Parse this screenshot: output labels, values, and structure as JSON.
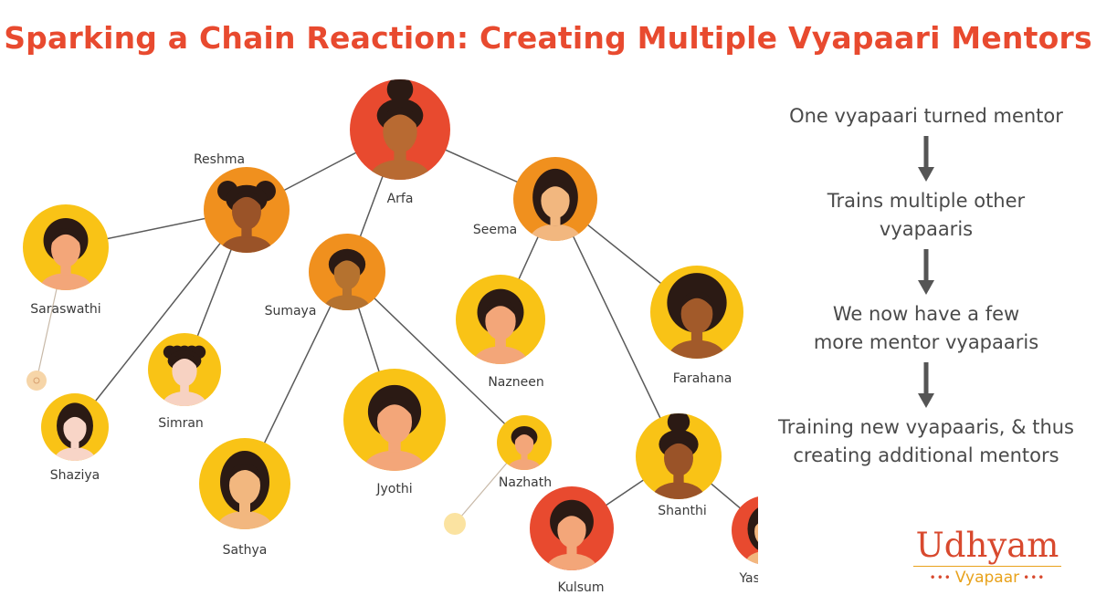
{
  "title": "Sparking a Chain Reaction: Creating Multiple Vyapaari Mentors",
  "colors": {
    "title": "#e84a2f",
    "red": "#e84a2f",
    "orange": "#f0901e",
    "yellow": "#f9c316",
    "pale": "#fbe3a1",
    "line": "#5a5a5a"
  },
  "people": [
    {
      "id": "arfa",
      "name": "Arfa",
      "color": "red",
      "skin": "#b86a32",
      "hair": "bun"
    },
    {
      "id": "reshma",
      "name": "Reshma",
      "color": "orange",
      "skin": "#9a5328",
      "hair": "puffs"
    },
    {
      "id": "seema",
      "name": "Seema",
      "color": "orange",
      "skin": "#f2b77f",
      "hair": "long"
    },
    {
      "id": "sumaya",
      "name": "Sumaya",
      "color": "orange",
      "skin": "#b5722f",
      "hair": "short"
    },
    {
      "id": "saraswathi",
      "name": "Saraswathi",
      "color": "yellow",
      "skin": "#f3a679",
      "hair": "bob"
    },
    {
      "id": "simran",
      "name": "Simran",
      "color": "yellow",
      "skin": "#f7d2c2",
      "hair": "curly"
    },
    {
      "id": "shaziya",
      "name": "Shaziya",
      "color": "yellow",
      "skin": "#f8d5c7",
      "hair": "long"
    },
    {
      "id": "sathya",
      "name": "Sathya",
      "color": "yellow",
      "skin": "#f2b77f",
      "hair": "long"
    },
    {
      "id": "jyothi",
      "name": "Jyothi",
      "color": "yellow",
      "skin": "#f3a679",
      "hair": "bob"
    },
    {
      "id": "nazneen",
      "name": "Nazneen",
      "color": "yellow",
      "skin": "#f3a679",
      "hair": "bob"
    },
    {
      "id": "nazhath",
      "name": "Nazhath",
      "color": "yellow",
      "skin": "#f3a679",
      "hair": "short"
    },
    {
      "id": "farahana",
      "name": "Farahana",
      "color": "yellow",
      "skin": "#a25a2a",
      "hair": "afro"
    },
    {
      "id": "shanthi",
      "name": "Shanthi",
      "color": "yellow",
      "skin": "#9a5328",
      "hair": "bun"
    },
    {
      "id": "kulsum",
      "name": "Kulsum",
      "color": "red",
      "skin": "#f3a679",
      "hair": "bob"
    },
    {
      "id": "yashmeen",
      "name": "Yashmeen",
      "color": "red",
      "skin": "#f2b77f",
      "hair": "long"
    }
  ],
  "links": [
    [
      "arfa",
      "reshma"
    ],
    [
      "arfa",
      "sumaya"
    ],
    [
      "arfa",
      "seema"
    ],
    [
      "reshma",
      "saraswathi"
    ],
    [
      "reshma",
      "simran"
    ],
    [
      "reshma",
      "shaziya"
    ],
    [
      "sumaya",
      "sathya"
    ],
    [
      "sumaya",
      "jyothi"
    ],
    [
      "sumaya",
      "nazhath"
    ],
    [
      "seema",
      "nazneen"
    ],
    [
      "seema",
      "farahana"
    ],
    [
      "seema",
      "shanthi"
    ],
    [
      "shanthi",
      "kulsum"
    ],
    [
      "shanthi",
      "yashmeen"
    ],
    [
      "saraswathi",
      "stub1"
    ],
    [
      "nazhath",
      "stub2"
    ]
  ],
  "flow": {
    "step1": "One vyapaari turned mentor",
    "step2_line1": "Trains multiple other",
    "step2_line2": "vyapaaris",
    "step3_line1": "We now have a few",
    "step3_line2": "more mentor vyapaaris",
    "step4_line1": "Training new vyapaaris, & thus",
    "step4_line2": "creating additional mentors"
  },
  "logo": {
    "name": "Udhyam",
    "sub": "Vyapaar"
  }
}
